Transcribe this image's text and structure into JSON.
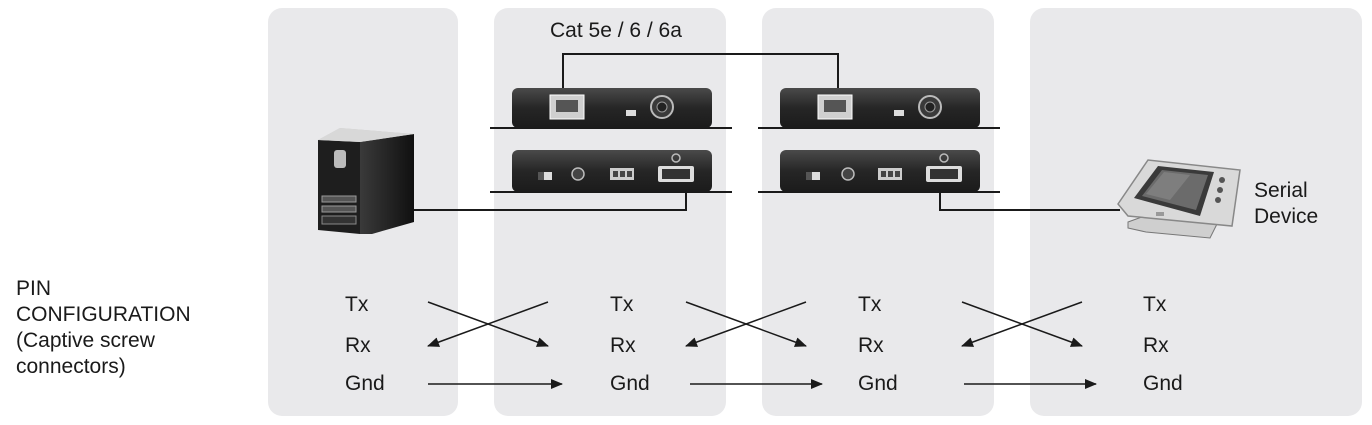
{
  "cable_label": "Cat 5e / 6 / 6a",
  "serial_device_label": [
    "Serial",
    "Device"
  ],
  "pin_configuration_label": [
    "PIN",
    "CONFIGURATION",
    "(Captive screw",
    "connectors)"
  ],
  "pin_groups": [
    {
      "tx": "Tx",
      "rx": "Rx",
      "gnd": "Gnd"
    },
    {
      "tx": "Tx",
      "rx": "Rx",
      "gnd": "Gnd"
    },
    {
      "tx": "Tx",
      "rx": "Rx",
      "gnd": "Gnd"
    },
    {
      "tx": "Tx",
      "rx": "Rx",
      "gnd": "Gnd"
    }
  ],
  "colors": {
    "panel": "#e9e9eb",
    "device": "#2b2b2b",
    "line": "#1a1a1a"
  }
}
